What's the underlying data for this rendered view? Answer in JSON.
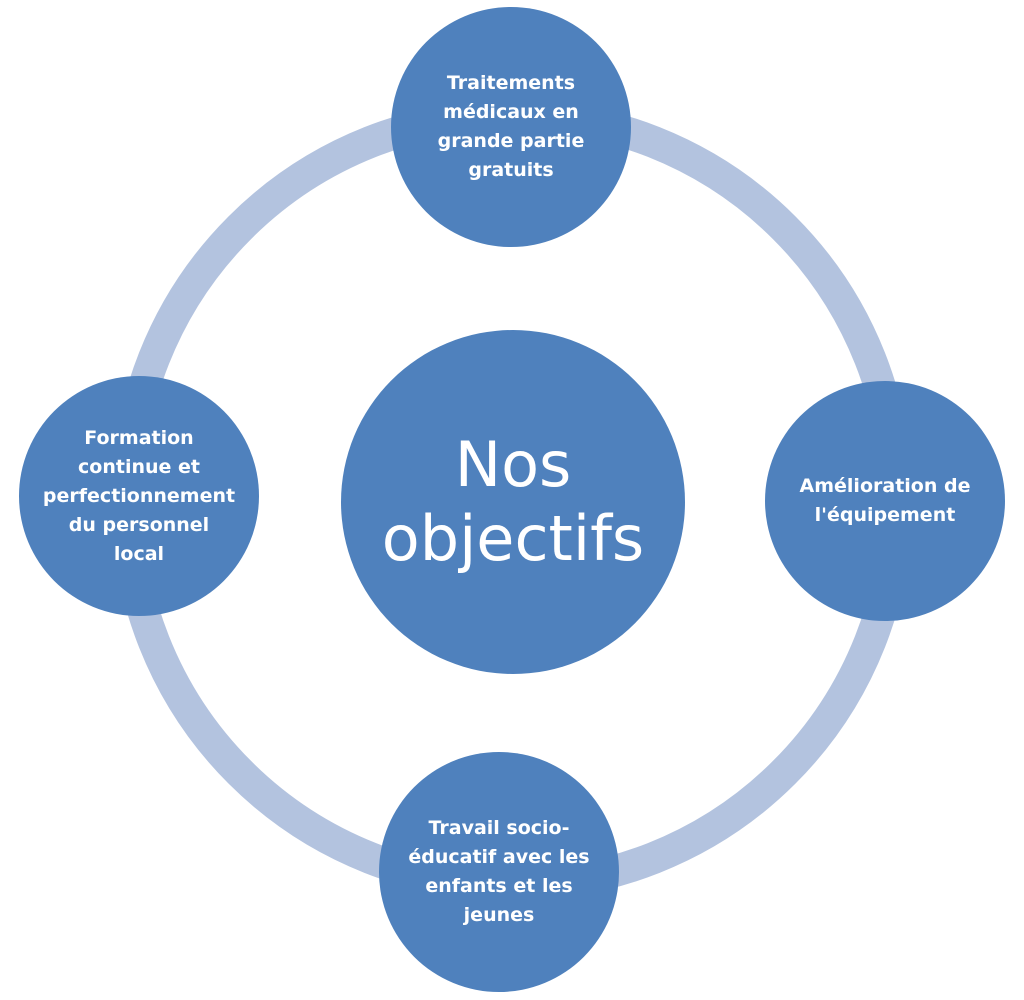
{
  "diagram": {
    "center_label": "Nos objectifs",
    "nodes": [
      {
        "id": "top",
        "label": "Traitements médicaux en grande partie gratuits"
      },
      {
        "id": "right",
        "label": "Amélioration de l'équipement"
      },
      {
        "id": "bottom",
        "label": "Travail socio-éducatif avec les enfants et les jeunes"
      },
      {
        "id": "left",
        "label": "Formation continue et perfectionnement du personnel local"
      }
    ]
  },
  "colors": {
    "node_fill": "#4f81bd",
    "ring": "#b3c3df",
    "text": "#ffffff",
    "background": "#ffffff"
  }
}
